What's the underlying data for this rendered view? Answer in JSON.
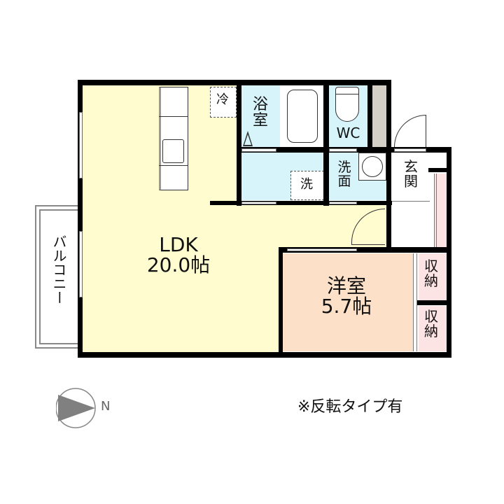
{
  "floorplan": {
    "rooms": {
      "ldk": {
        "name": "LDK",
        "size": "20.0帖"
      },
      "western": {
        "name": "洋室",
        "size": "5.7帖"
      },
      "bath": {
        "name": "浴室"
      },
      "wc": {
        "name": "WC"
      },
      "washroom": {
        "name_line1": "洗",
        "name_line2": "面"
      },
      "entrance": {
        "name_line1": "玄",
        "name_line2": "関"
      },
      "storage1": {
        "name_line1": "収",
        "name_line2": "納"
      },
      "storage2": {
        "name_line1": "収",
        "name_line2": "納"
      },
      "balcony": {
        "name": "バルコニー"
      }
    },
    "fixtures": {
      "fridge": "冷",
      "washer": "洗"
    },
    "compass": {
      "label": "N"
    },
    "note": "※反転タイプ有",
    "colors": {
      "ldk": "#fffdd0",
      "wet_area": "#d6f4fa",
      "western_room": "#fde0c8",
      "storage": "#fde4e4",
      "pipe_space": "#d4d0c8",
      "wall": "#000000"
    }
  }
}
